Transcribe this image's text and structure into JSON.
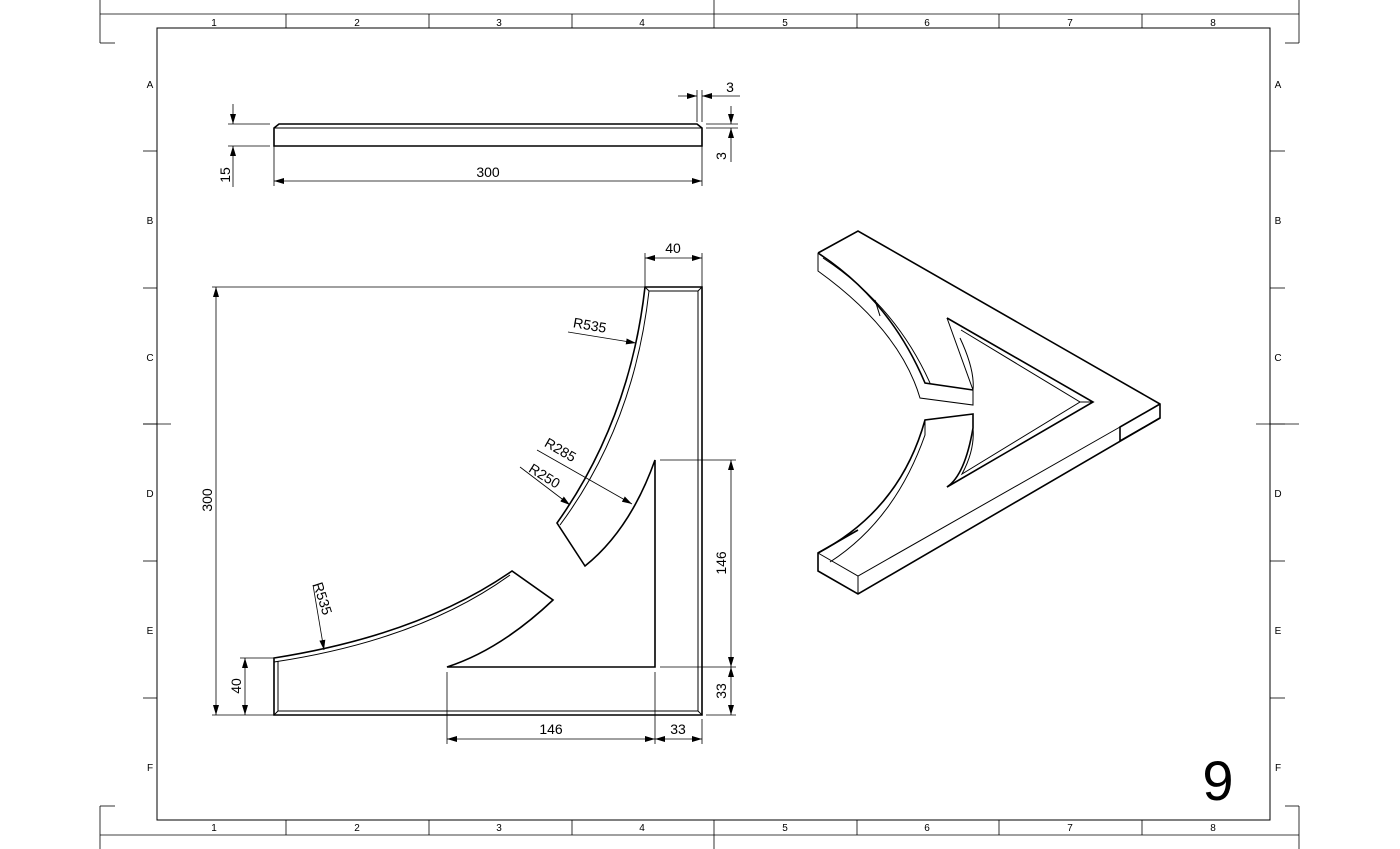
{
  "sheet": {
    "number": "9",
    "zones_columns": [
      "1",
      "2",
      "3",
      "4",
      "5",
      "6",
      "7",
      "8"
    ],
    "zones_rows": [
      "A",
      "B",
      "C",
      "D",
      "E",
      "F"
    ]
  },
  "top_view": {
    "length": "300",
    "thickness": "15",
    "chamfer_h": "3",
    "chamfer_v": "3"
  },
  "front_view": {
    "height": "300",
    "arm_width_top": "40",
    "arm_width_left": "40",
    "inner_vertical": "146",
    "inner_vertical_offset": "33",
    "inner_horizontal": "146",
    "inner_horizontal_offset": "33",
    "radius_outer_top": "R535",
    "radius_outer_bottom": "R535",
    "radius_inner_a": "R285",
    "radius_inner_b": "R250"
  }
}
